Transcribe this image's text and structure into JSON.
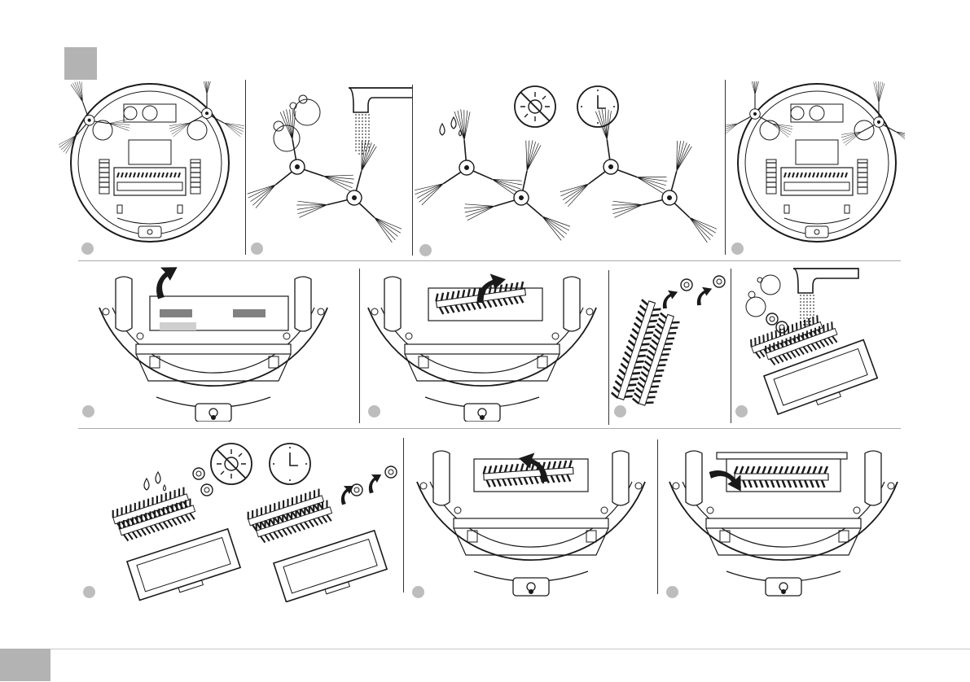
{
  "page": {
    "chapter_tab": "gray-square",
    "footer_tab": "gray-square"
  },
  "colors": {
    "line": "#1a1a1a",
    "badge": "#bdbdbd",
    "tab": "#b3b3b3",
    "rule": "#aaaaaa"
  },
  "panels": [
    {
      "id": "remove-side-brushes",
      "icons": [
        "robot-bottom-icon",
        "side-brush-icon",
        "arrow-icon"
      ]
    },
    {
      "id": "rinse-side-brushes",
      "icons": [
        "side-brush-icon",
        "water-tap-icon",
        "bubbles-icon"
      ]
    },
    {
      "id": "dry-side-brushes",
      "icons": [
        "side-brush-icon",
        "water-drops-icon",
        "no-sun-icon",
        "clock-icon"
      ]
    },
    {
      "id": "refit-side-brushes",
      "icons": [
        "robot-bottom-icon",
        "side-brush-icon",
        "arrow-icon"
      ]
    },
    {
      "id": "open-brush-cover",
      "icons": [
        "robot-half-icon",
        "arrow-icon"
      ]
    },
    {
      "id": "remove-main-brush",
      "icons": [
        "robot-half-icon",
        "roller-brush-icon",
        "arrow-icon"
      ]
    },
    {
      "id": "remove-brush-caps",
      "icons": [
        "roller-brush-icon",
        "brush-cap-icon",
        "arrow-icon"
      ]
    },
    {
      "id": "rinse-main-brush",
      "icons": [
        "roller-brush-icon",
        "brush-frame-icon",
        "water-tap-icon",
        "bubbles-icon"
      ]
    },
    {
      "id": "dry-and-reassemble-brush",
      "icons": [
        "roller-brush-icon",
        "brush-frame-icon",
        "water-drops-icon",
        "no-sun-icon",
        "clock-icon"
      ]
    },
    {
      "id": "insert-main-brush",
      "icons": [
        "robot-half-icon",
        "roller-brush-icon",
        "arrow-icon"
      ]
    },
    {
      "id": "close-brush-cover",
      "icons": [
        "robot-half-icon",
        "roller-brush-icon",
        "arrow-icon"
      ]
    }
  ]
}
